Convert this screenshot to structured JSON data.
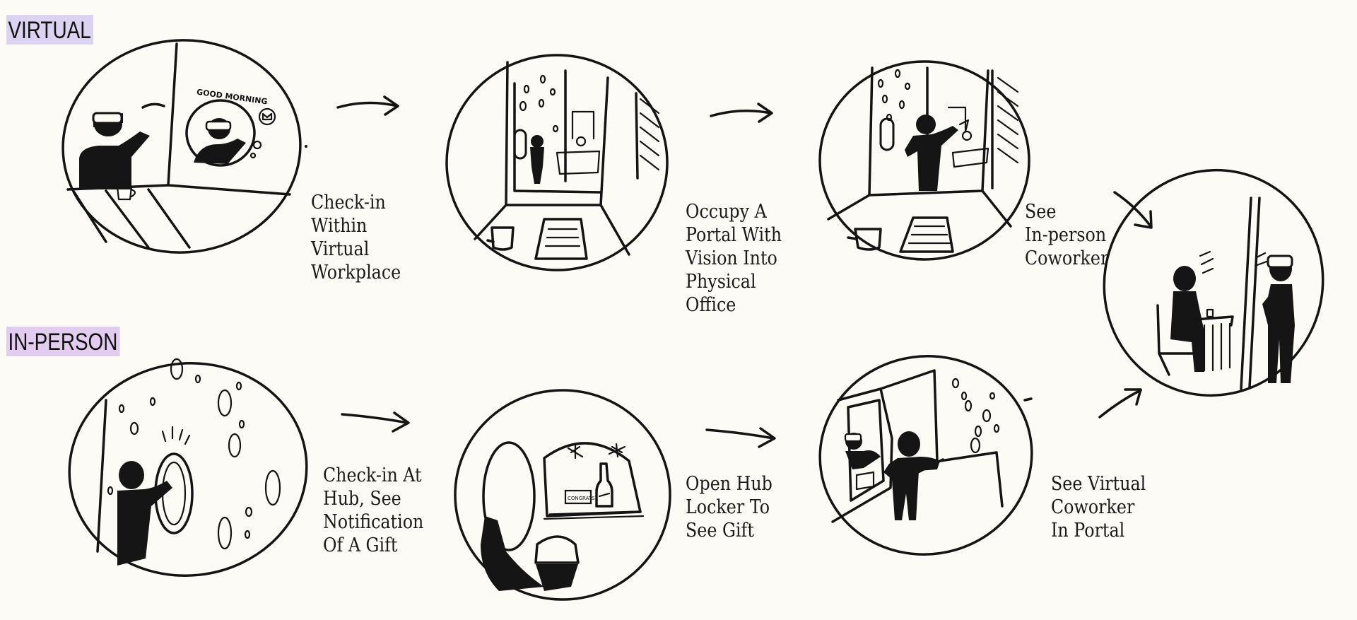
{
  "sections": {
    "virtual": {
      "label": "VIRTUAL",
      "color": "#dcd3f2"
    },
    "in_person": {
      "label": "IN-PERSON",
      "color": "#e2cdf0"
    }
  },
  "captions": {
    "v1": "Check-in\nWithin\nVirtual\nWorkplace",
    "v2": "Occupy A\nPortal With\nVision Into\nPhysical\nOffice",
    "v3": "See\nIn-person\nCoworker",
    "p1": "Check-in At\nHub, See\nNotification\nOf A Gift",
    "p2": "Open Hub\nLocker To\nSee Gift",
    "p3": "See Virtual\nCoworker\nIn Portal"
  },
  "illustrations": {
    "v1_sign": "GOOD MORNING",
    "p2_note": "CONGRATS"
  }
}
